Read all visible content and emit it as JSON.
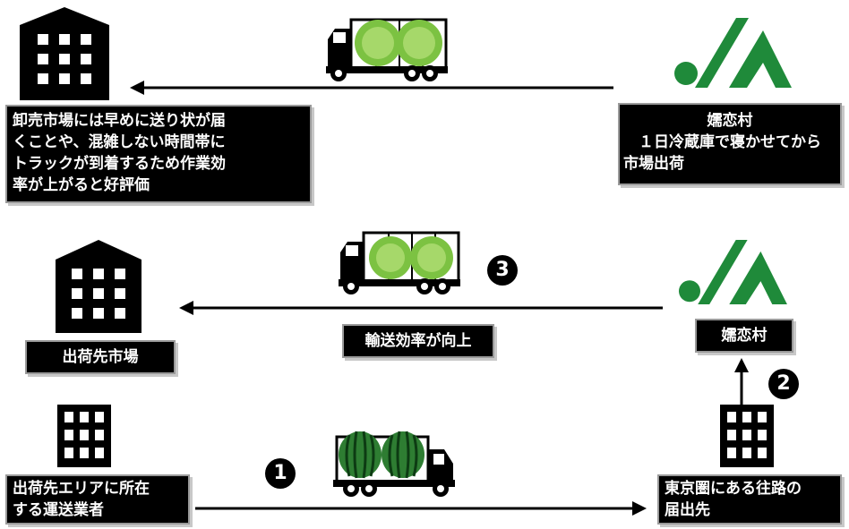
{
  "top": {
    "left_label": [
      "卸売市場には早めに送り状が届",
      "くことや、混雑しない時間帯に",
      "トラックが到着するため作業効",
      "率が上がると好評価"
    ],
    "right_label": [
      "嬬恋村",
      "１日冷蔵庫で寝かせてから",
      "市場出荷"
    ]
  },
  "middle": {
    "left_label": "出荷先市場",
    "right_label": "嬬恋村",
    "center_label": "輸送効率が向上",
    "step_badge": "3"
  },
  "bottom": {
    "left_label": [
      "出荷先エリアに所在",
      "する運送業者"
    ],
    "right_label": [
      "東京圏にある往路の",
      "届出先"
    ],
    "step_badge_1": "1",
    "step_badge_2": "2"
  },
  "icons": {
    "building": "office-building-icon",
    "ja_logo": "ja-logo-icon",
    "truck_cabbage": "truck-with-cabbages-icon",
    "truck_watermelon": "truck-with-watermelons-icon"
  },
  "colors": {
    "ja_green": "#1f8a3a",
    "cabbage_green": "#7cc242",
    "watermelon_green": "#2e7d32",
    "label_bg": "#000000"
  }
}
